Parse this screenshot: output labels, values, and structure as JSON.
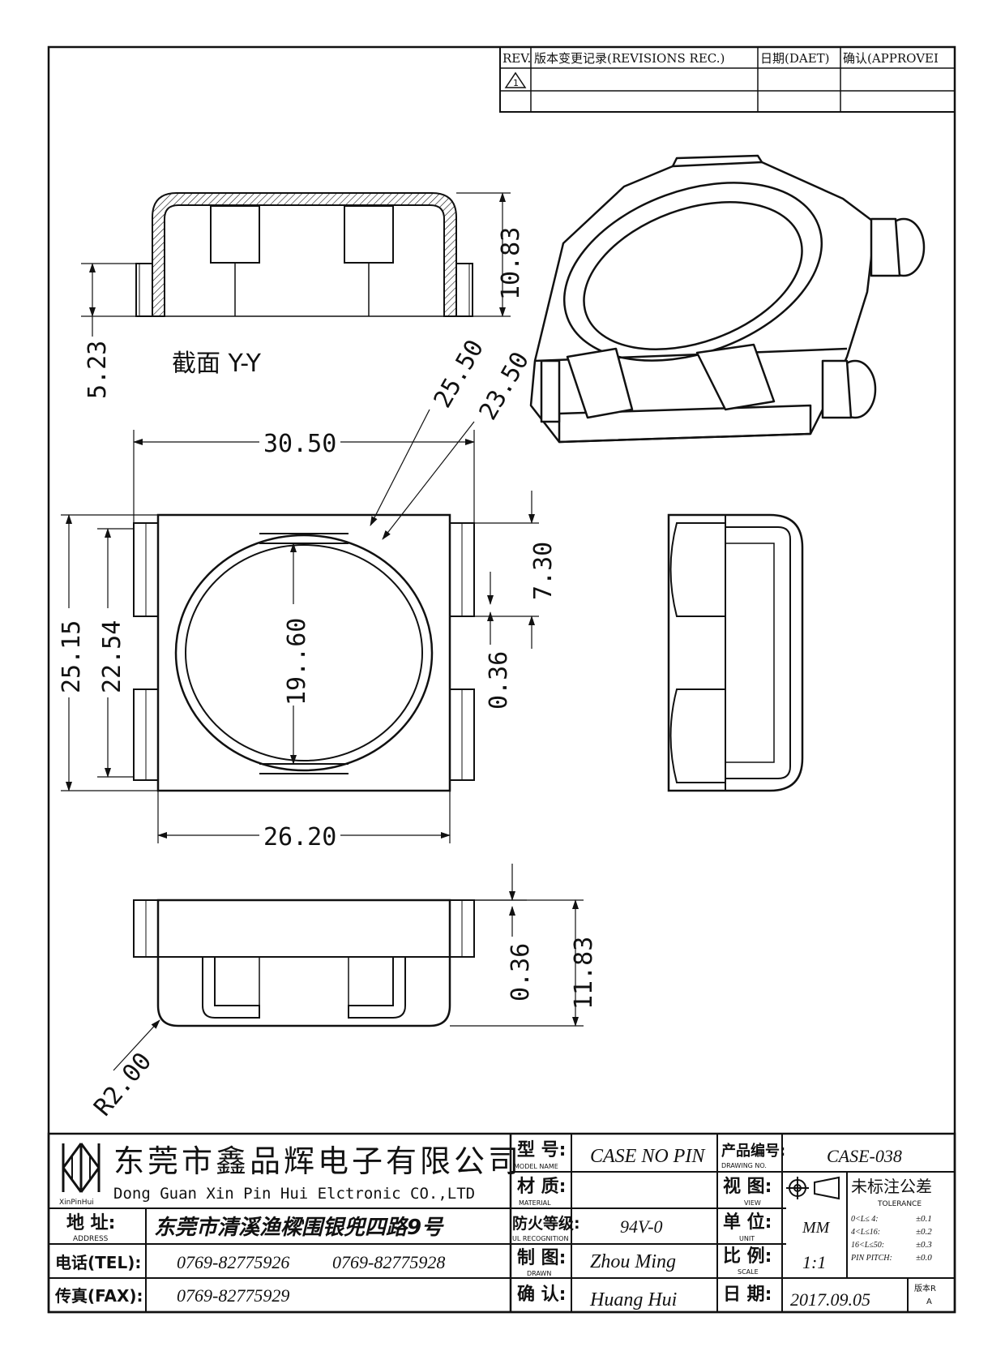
{
  "revision_table": {
    "headers": {
      "rev": "REV.",
      "record": "版本变更记录(REVISIONS REC.)",
      "date": "日期(DAET)",
      "approve": "确认(APPROVEI"
    },
    "row1_rev": "1"
  },
  "section_label": "截面  Y-Y",
  "dimensions": {
    "d_5_23": "5.23",
    "d_10_83": "10.83",
    "d_25_50": "25.50",
    "d_23_50": "23.50",
    "d_30_50": "30.50",
    "d_25_15": "25.15",
    "d_22_54": "22.54",
    "d_19_60": "19..60",
    "d_7_30": "7.30",
    "d_0_36_top": "0.36",
    "d_26_20": "26.20",
    "d_0_36_bottom": "0.36",
    "d_11_83": "11.83",
    "d_r2_00": "R2.00"
  },
  "title_block": {
    "company_cn": "东莞市鑫品辉电子有限公司",
    "company_en": "Dong Guan Xin Pin Hui Elctronic CO.,LTD",
    "logo_caption": "XinPinHui",
    "address_label_cn": "地  址:",
    "address_label_en": "ADDRESS",
    "address_value": "东莞市清溪渔樑围银兜四路9号",
    "tel_label": "电话(TEL):",
    "tel_value1": "0769-82775926",
    "tel_value2": "0769-82775928",
    "fax_label": "传真(FAX):",
    "fax_value": "0769-82775929",
    "model_label_cn": "型  号:",
    "model_label_en": "MODEL NAME",
    "model_value": "CASE NO PIN",
    "material_label_cn": "材  质:",
    "material_label_en": "MATERIAL",
    "material_value": "",
    "ul_label_cn": "防火等级:",
    "ul_label_en": "UL RECOGNITION",
    "ul_value": "94V-0",
    "drawn_label_cn": "制  图:",
    "drawn_label_en": "DRAWN",
    "drawn_value": "Zhou Ming",
    "check_label_cn": "确  认:",
    "check_value": "Huang Hui",
    "drawing_no_label_cn": "产品编号:",
    "drawing_no_label_en": "DRAWING NO.",
    "drawing_no_value": "CASE-038",
    "view_label_cn": "视  图:",
    "view_label_en": "VIEW",
    "unit_label_cn": "单  位:",
    "unit_label_en": "UNIT",
    "unit_value": "MM",
    "scale_label_cn": "比  例:",
    "scale_label_en": "SCALE",
    "scale_value": "1:1",
    "date_label_cn": "日  期:",
    "date_value": "2017.09.05",
    "tolerance_title_cn": "未标注公差",
    "tolerance_title_en": "TOLERANCE",
    "tol_row1_range": "0<L≤ 4:",
    "tol_row1_val": "±0.1",
    "tol_row2_range": "4<L≤16:",
    "tol_row2_val": "±0.2",
    "tol_row3_range": "16<L≤50:",
    "tol_row3_val": "±0.3",
    "tol_row4_range": "PIN PITCH:",
    "tol_row4_val": "±0.0",
    "version_label": "版本R",
    "version_value": "A"
  }
}
